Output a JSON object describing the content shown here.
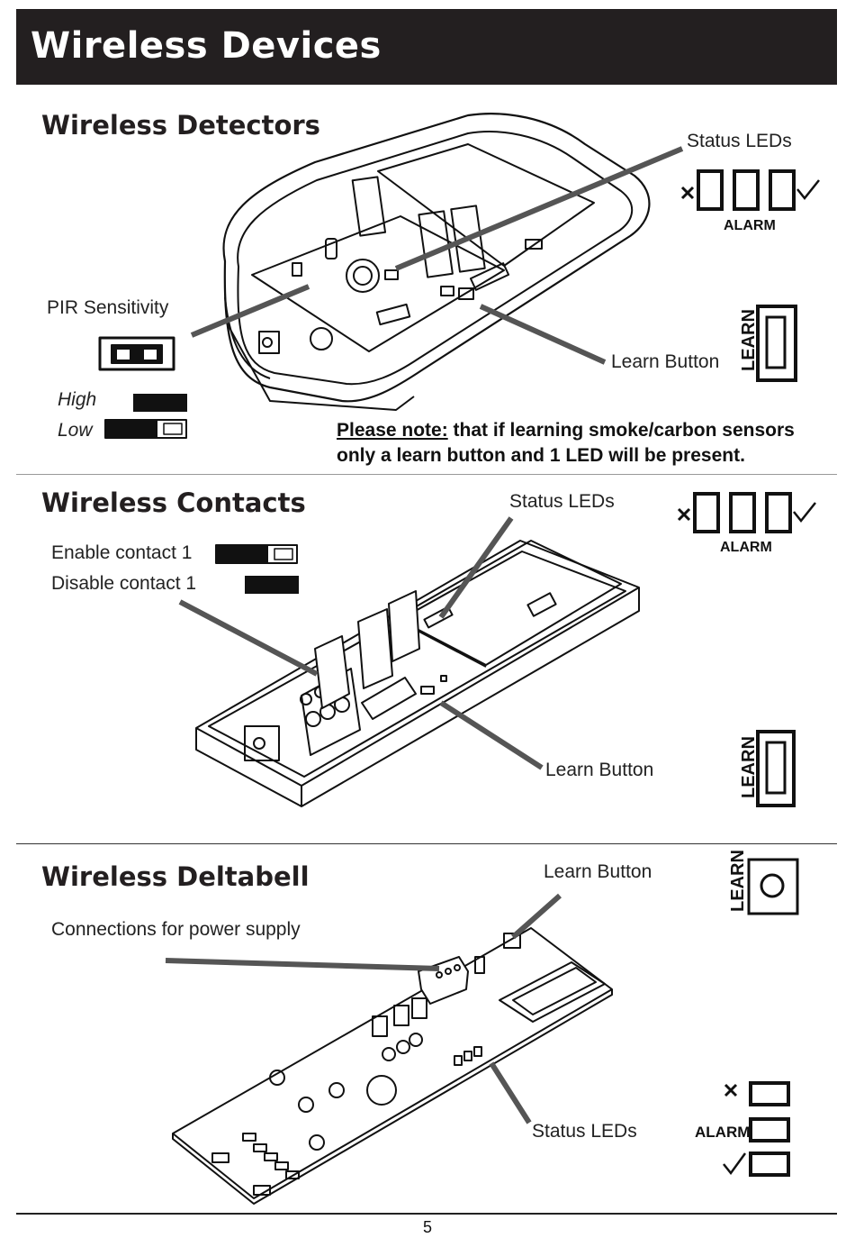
{
  "header": {
    "title": "Wireless Devices"
  },
  "detectors": {
    "heading": "Wireless Detectors",
    "status_leds_label": "Status LEDs",
    "pir_label": "PIR Sensitivity",
    "high_label": "High",
    "low_label": "Low",
    "learn_button_label": "Learn Button",
    "alarm_text": "ALARM",
    "learn_text": "LEARN",
    "note_underlined": "Please note:",
    "note_line1": " that if learning smoke/carbon sensors",
    "note_line2": "only a learn button and 1 LED will be present."
  },
  "contacts": {
    "heading": "Wireless Contacts",
    "status_leds_label": "Status LEDs",
    "enable_label": "Enable contact 1",
    "disable_label": "Disable contact 1",
    "learn_button_label": "Learn Button",
    "alarm_text": "ALARM",
    "learn_text": "LEARN"
  },
  "deltabell": {
    "heading": "Wireless Deltabell",
    "learn_button_label": "Learn Button",
    "power_label": "Connections for power supply",
    "status_leds_label": "Status LEDs",
    "alarm_text": "ALARM",
    "learn_text": "LEARN"
  },
  "footer": {
    "page_number": "5"
  },
  "icons": {
    "fault": "cross-icon",
    "ok": "check-icon"
  },
  "colors": {
    "header_bg": "#231f20",
    "leader": "#555555"
  }
}
